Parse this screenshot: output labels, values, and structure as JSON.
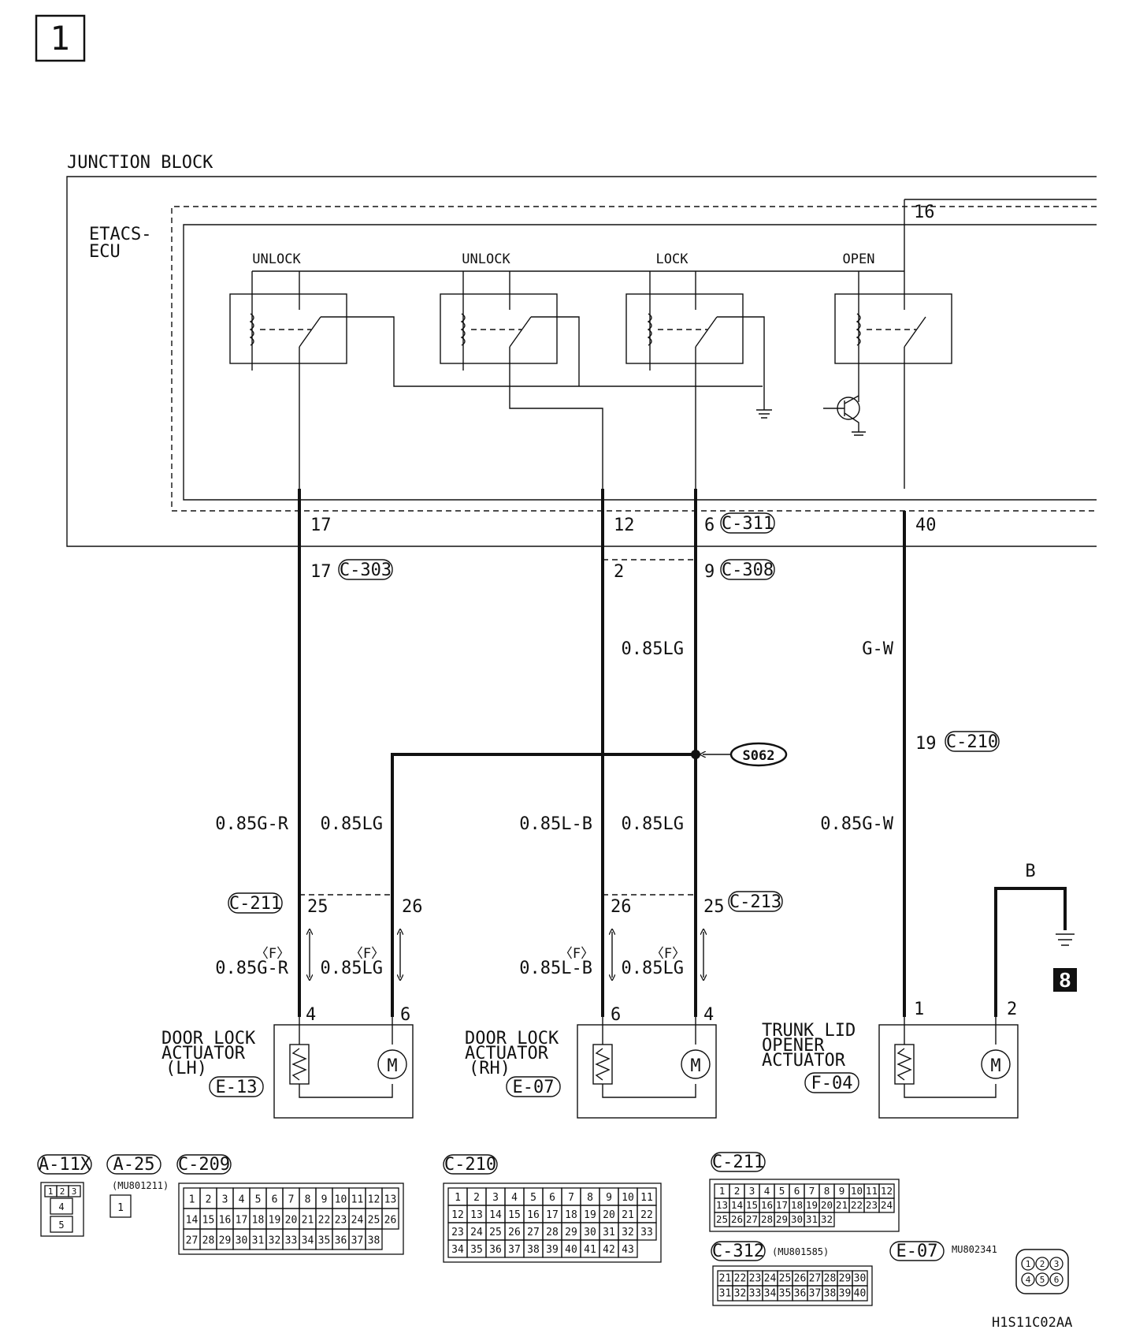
{
  "page_number": "1",
  "junction_block": "JUNCTION BLOCK",
  "ecu_line1": "ETACS-",
  "ecu_line2": "ECU",
  "relays": {
    "r1": "UNLOCK",
    "r2": "UNLOCK",
    "r3": "LOCK",
    "r4": "OPEN"
  },
  "terminals": {
    "t16": "16",
    "t17a": "17",
    "t12": "12",
    "t6": "6",
    "t40": "40",
    "t17b": "17",
    "t2": "2",
    "t9": "9",
    "t19": "19",
    "t25l": "25",
    "t26l": "26",
    "t26r": "26",
    "t25r": "25",
    "a4": "4",
    "a6": "6",
    "b6": "6",
    "b4": "4",
    "c1": "1",
    "c2": "2"
  },
  "connectors": {
    "c311": "C-311",
    "c303": "C-303",
    "c308": "C-308",
    "c210": "C-210",
    "c211": "C-211",
    "c213": "C-213",
    "e13": "E-13",
    "e07": "E-07",
    "f04": "F-04"
  },
  "splice": "S062",
  "wires": {
    "w1": "0.85LG",
    "w2": "G-W",
    "w3": "0.85G-R",
    "w4": "0.85LG",
    "w5": "0.85L-B",
    "w6": "0.85LG",
    "w7": "0.85G-W",
    "f": "〈F〉",
    "w8": "0.85G-R",
    "w9": "0.85LG",
    "w10": "0.85L-B",
    "w11": "0.85LG",
    "b": "B"
  },
  "ground_number": "8",
  "actuators": {
    "lh_line1": "DOOR LOCK",
    "lh_line2": "ACTUATOR",
    "lh_line3": "(LH)",
    "rh_line1": "DOOR LOCK",
    "rh_line2": "ACTUATOR",
    "rh_line3": "(RH)",
    "tr_line1": "TRUNK LID",
    "tr_line2": "OPENER",
    "tr_line3": "ACTUATOR"
  },
  "motor_symbol": "M",
  "connector_views": {
    "a11x": "A-11X",
    "a25": "A-25",
    "a25_part": "(MU801211)",
    "c209": "C-209",
    "c210": "C-210",
    "c211": "C-211",
    "c312": "C-312",
    "c312_part": "(MU801585)",
    "e07": "E-07",
    "e07_part": "MU802341"
  },
  "a11x_pins": [
    "1",
    "2",
    "3",
    "4",
    "5"
  ],
  "a25_pins": [
    "1"
  ],
  "c209_pins": [
    "1",
    "2",
    "3",
    "4",
    "5",
    "6",
    "7",
    "8",
    "9",
    "10",
    "11",
    "12",
    "13",
    "14",
    "15",
    "16",
    "17",
    "18",
    "19",
    "20",
    "21",
    "22",
    "23",
    "24",
    "25",
    "26",
    "27",
    "28",
    "29",
    "30",
    "31",
    "32",
    "33",
    "34",
    "35",
    "36",
    "37",
    "38"
  ],
  "c210_pins": [
    "1",
    "2",
    "3",
    "4",
    "5",
    "6",
    "7",
    "8",
    "9",
    "10",
    "11",
    "12",
    "13",
    "14",
    "15",
    "16",
    "17",
    "18",
    "19",
    "20",
    "21",
    "22",
    "23",
    "24",
    "25",
    "26",
    "27",
    "28",
    "29",
    "30",
    "31",
    "32",
    "33",
    "34",
    "35",
    "36",
    "37",
    "38",
    "39",
    "40",
    "41",
    "42",
    "43"
  ],
  "c211_pins": [
    "1",
    "2",
    "3",
    "4",
    "5",
    "6",
    "7",
    "8",
    "9",
    "10",
    "11",
    "12",
    "13",
    "14",
    "15",
    "16",
    "17",
    "18",
    "19",
    "20",
    "21",
    "22",
    "23",
    "24",
    "25",
    "26",
    "27",
    "28",
    "29",
    "30",
    "31",
    "32"
  ],
  "c312_pins": [
    "21",
    "22",
    "23",
    "24",
    "25",
    "26",
    "27",
    "28",
    "29",
    "30",
    "31",
    "32",
    "33",
    "34",
    "35",
    "36",
    "37",
    "38",
    "39",
    "40"
  ],
  "e07_pins": [
    "1",
    "2",
    "3",
    "4",
    "5",
    "6"
  ],
  "figure_code": "H1S11C02AA"
}
